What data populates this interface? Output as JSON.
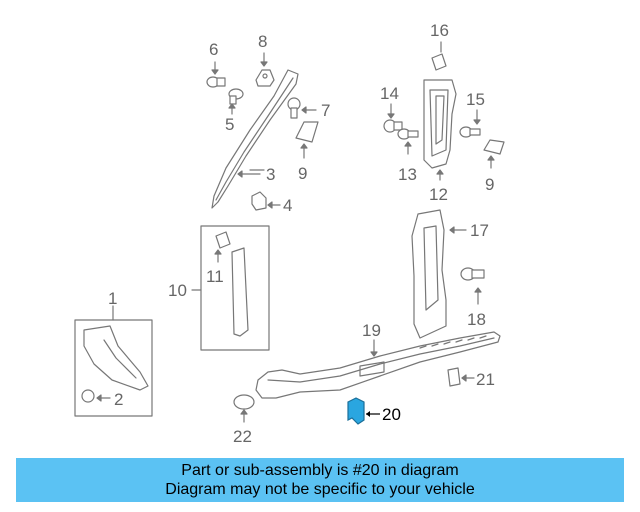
{
  "callouts": {
    "c1": "1",
    "c2": "2",
    "c3": "3",
    "c4": "4",
    "c5": "5",
    "c6": "6",
    "c7": "7",
    "c8": "8",
    "c9a": "9",
    "c9b": "9",
    "c10": "10",
    "c11": "11",
    "c12": "12",
    "c13": "13",
    "c14": "14",
    "c15": "15",
    "c16": "16",
    "c17": "17",
    "c18": "18",
    "c19": "19",
    "c20": "20",
    "c21": "21",
    "c22": "22"
  },
  "banner": {
    "line1": "Part or sub-assembly is #20 in diagram",
    "line2": "Diagram may not be specific to your vehicle"
  },
  "colors": {
    "banner_bg": "#5bc2f3",
    "line": "#777777",
    "highlight": "#2aa6e0"
  }
}
